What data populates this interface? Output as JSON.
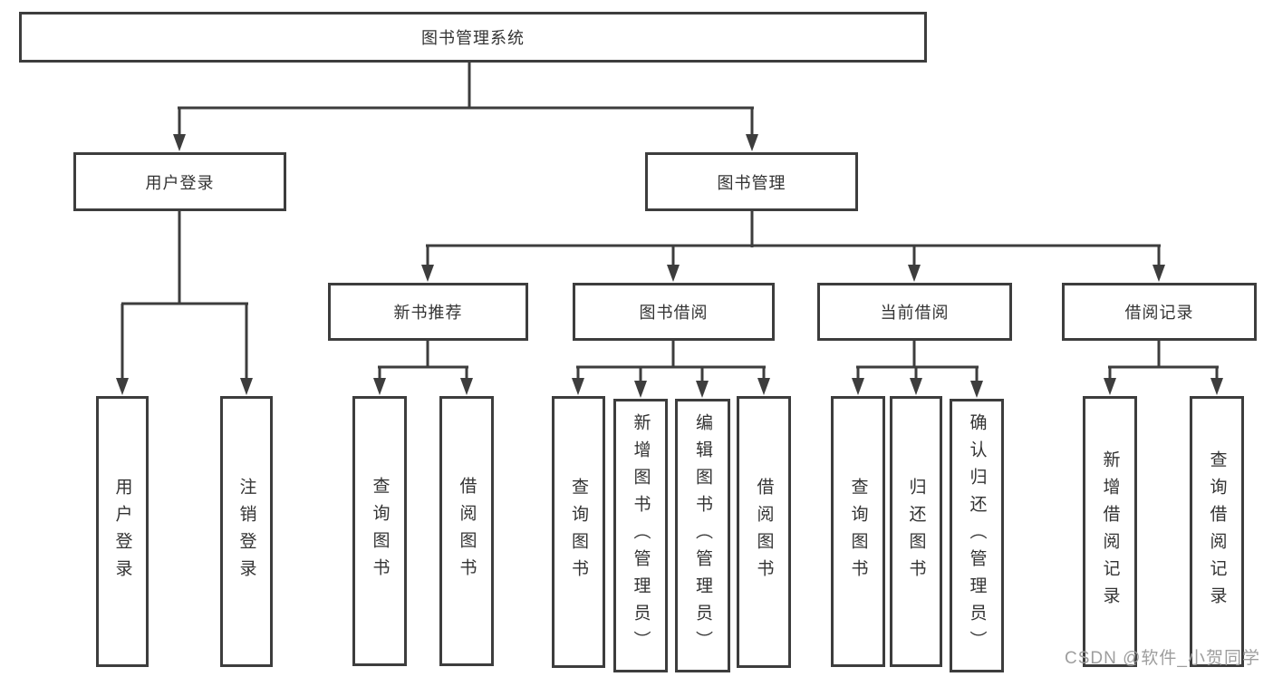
{
  "diagram_title": "图书管理系统",
  "colors": {
    "line": "#3d3d3d",
    "text": "#333333",
    "background": "#ffffff",
    "watermark": "#9e9e9e"
  },
  "nodes": {
    "root": {
      "label": "图书管理系统"
    },
    "user_login": {
      "label": "用户登录"
    },
    "book_management": {
      "label": "图书管理"
    },
    "new_book_recommend": {
      "label": "新书推荐"
    },
    "book_borrowing": {
      "label": "图书借阅"
    },
    "current_borrowing": {
      "label": "当前借阅"
    },
    "borrowing_records": {
      "label": "借阅记录"
    },
    "leaf_user_login": {
      "label": "用户登录"
    },
    "leaf_logout": {
      "label": "注销登录"
    },
    "leaf_query_books_1": {
      "label": "查询图书"
    },
    "leaf_borrow_books_1": {
      "label": "借阅图书"
    },
    "leaf_query_books_2": {
      "label": "查询图书"
    },
    "leaf_add_books": {
      "label": "新增图书（管理员）"
    },
    "leaf_edit_books": {
      "label": "编辑图书（管理员）"
    },
    "leaf_borrow_books_2": {
      "label": "借阅图书"
    },
    "leaf_query_books_3": {
      "label": "查询图书"
    },
    "leaf_return_books": {
      "label": "归还图书"
    },
    "leaf_confirm_return": {
      "label": "确认归还（管理员）"
    },
    "leaf_add_borrow_record": {
      "label": "新增借阅记录"
    },
    "leaf_query_borrow_record": {
      "label": "查询借阅记录"
    }
  },
  "edges": [
    [
      "root",
      "user_login"
    ],
    [
      "root",
      "book_management"
    ],
    [
      "user_login",
      "leaf_user_login"
    ],
    [
      "user_login",
      "leaf_logout"
    ],
    [
      "book_management",
      "new_book_recommend"
    ],
    [
      "book_management",
      "book_borrowing"
    ],
    [
      "book_management",
      "current_borrowing"
    ],
    [
      "book_management",
      "borrowing_records"
    ],
    [
      "new_book_recommend",
      "leaf_query_books_1"
    ],
    [
      "new_book_recommend",
      "leaf_borrow_books_1"
    ],
    [
      "book_borrowing",
      "leaf_query_books_2"
    ],
    [
      "book_borrowing",
      "leaf_add_books"
    ],
    [
      "book_borrowing",
      "leaf_edit_books"
    ],
    [
      "book_borrowing",
      "leaf_borrow_books_2"
    ],
    [
      "current_borrowing",
      "leaf_query_books_3"
    ],
    [
      "current_borrowing",
      "leaf_return_books"
    ],
    [
      "current_borrowing",
      "leaf_confirm_return"
    ],
    [
      "borrowing_records",
      "leaf_add_borrow_record"
    ],
    [
      "borrowing_records",
      "leaf_query_borrow_record"
    ]
  ],
  "watermark": {
    "text": "CSDN @软件_小贺同学"
  }
}
